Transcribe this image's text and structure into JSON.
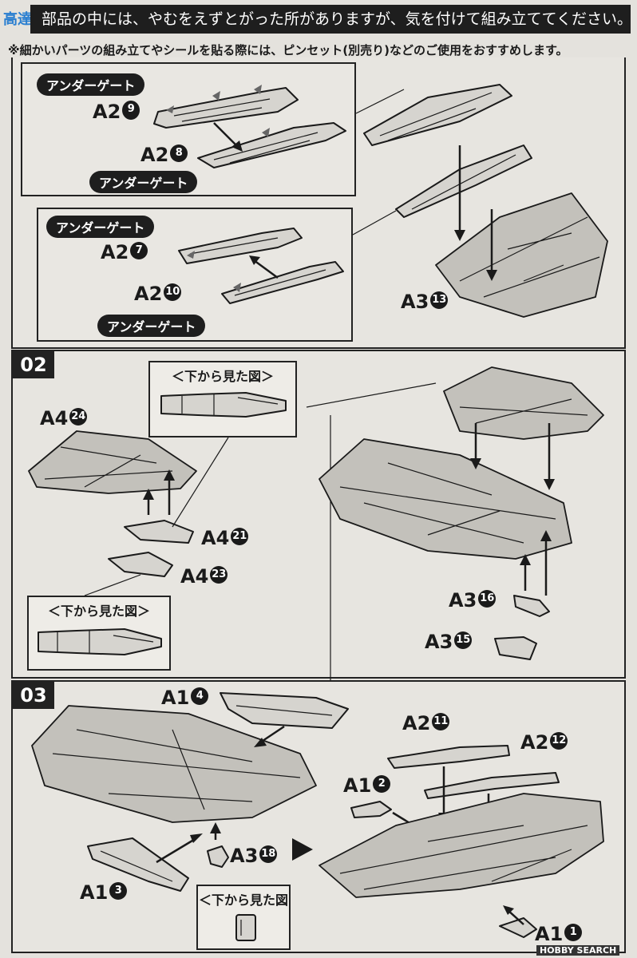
{
  "header": {
    "caution_text": "部品の中には、やむをえずとがった所がありますが、気を付けて組み立ててください。",
    "note_text": "※細かいパーツの組み立てやシールを貼る際には、ピンセット(別売り)などのご使用をおすすめします。"
  },
  "step1": {
    "box_a": {
      "tag_top": "アンダーゲート",
      "label_upper": {
        "runner": "A2",
        "num": "9"
      },
      "label_lower": {
        "runner": "A2",
        "num": "8"
      },
      "tag_bottom": "アンダーゲート"
    },
    "box_b": {
      "tag_top": "アンダーゲート",
      "label_upper": {
        "runner": "A2",
        "num": "7"
      },
      "label_lower": {
        "runner": "A2",
        "num": "10"
      },
      "tag_bottom": "アンダーゲート"
    },
    "label_main": {
      "runner": "A3",
      "num": "13"
    }
  },
  "step2": {
    "step_number": "02",
    "label_top": {
      "runner": "A4",
      "num": "24"
    },
    "label_mid": {
      "runner": "A4",
      "num": "21"
    },
    "label_low": {
      "runner": "A4",
      "num": "23"
    },
    "view_upper_title": "＜下から見た図＞",
    "view_lower_title": "＜下から見た図＞",
    "label_r1": {
      "runner": "A3",
      "num": "16"
    },
    "label_r2": {
      "runner": "A3",
      "num": "15"
    }
  },
  "step3": {
    "step_number": "03",
    "label_a14": {
      "runner": "A1",
      "num": "4"
    },
    "label_a13": {
      "runner": "A1",
      "num": "3"
    },
    "label_a318": {
      "runner": "A3",
      "num": "18"
    },
    "view_title": "＜下から見た図＞",
    "label_a211": {
      "runner": "A2",
      "num": "11"
    },
    "label_a212": {
      "runner": "A2",
      "num": "12"
    },
    "label_a12": {
      "runner": "A1",
      "num": "2"
    },
    "label_a11": {
      "runner": "A1",
      "num": "1"
    }
  },
  "watermark": {
    "top_left": "高達",
    "bottom_right": "HOBBY SEARCH"
  }
}
